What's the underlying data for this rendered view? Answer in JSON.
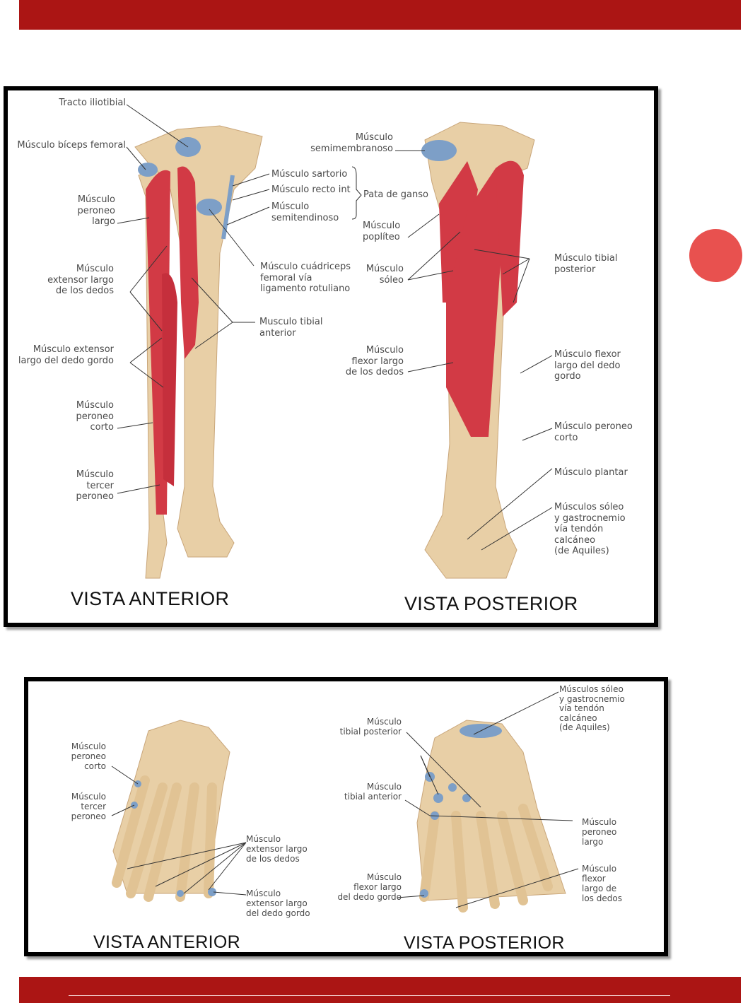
{
  "colors": {
    "brand_red": "#ab1514",
    "accent_circle": "#e8514f",
    "muscle": "#d23a45",
    "bone": "#e8cfa6",
    "insertion": "#7d9fc7"
  },
  "leg": {
    "title_anterior": "VISTA ANTERIOR",
    "title_posterior": "VISTA POSTERIOR",
    "labels": {
      "tracto": "Tracto iliotibial",
      "biceps": "Músculo bíceps femoral",
      "peroneo_largo": "Músculo\nperoneo\nlargo",
      "extensor_dedos": "Músculo\nextensor largo\nde los dedos",
      "extensor_gordo": "Músculo extensor\nlargo del dedo gordo",
      "peroneo_corto": "Músculo\nperoneo\ncorto",
      "tercer_peroneo": "Músculo\ntercer\nperoneo",
      "sartorio": "Músculo sartorio",
      "recto_int": "Músculo recto int",
      "semitendinoso": "Músculo\nsemitendinoso",
      "pata_ganso": "Pata de ganso",
      "cuadriceps": "Músculo cuádriceps\nfemoral vía\nligamento rotuliano",
      "tibial_anterior": "Musculo tibial\nanterior",
      "semimembranoso": "Músculo\nsemimembranoso",
      "popliteo": "Músculo\npoplíteo",
      "soleo": "Músculo\nsóleo",
      "flexor_dedos": "Músculo\nflexor largo\nde los dedos",
      "tibial_posterior": "Músculo tibial\nposterior",
      "flexor_gordo": "Músculo flexor\nlargo del dedo\ngordo",
      "peroneo_corto_post": "Músculo peroneo\ncorto",
      "plantar": "Músculo plantar",
      "soleo_gastro": "Músculos sóleo\ny gastrocnemio\nvía tendón\ncalcáneo\n(de Aquiles)"
    }
  },
  "foot": {
    "title_anterior": "VISTA ANTERIOR",
    "title_posterior": "VISTA POSTERIOR",
    "labels": {
      "peroneo_corto": "Músculo\nperoneo\ncorto",
      "tercer_peroneo": "Músculo\ntercer\nperoneo",
      "extensor_dedos": "Músculo\nextensor largo\nde los dedos",
      "extensor_gordo": "Músculo\nextensor largo\ndel dedo gordo",
      "soleo_gastro": "Músculos sóleo\ny gastrocnemio\nvía tendón\ncalcáneo\n(de Aquiles)",
      "tibial_posterior": "Músculo\ntibial posterior",
      "tibial_anterior": "Músculo\ntibial anterior",
      "peroneo_largo": "Músculo\nperoneo\nlargo",
      "flexor_gordo": "Músculo\nflexor largo\ndel dedo gordo",
      "flexor_dedos": "Músculo\nflexor\nlargo de\nlos dedos"
    }
  }
}
